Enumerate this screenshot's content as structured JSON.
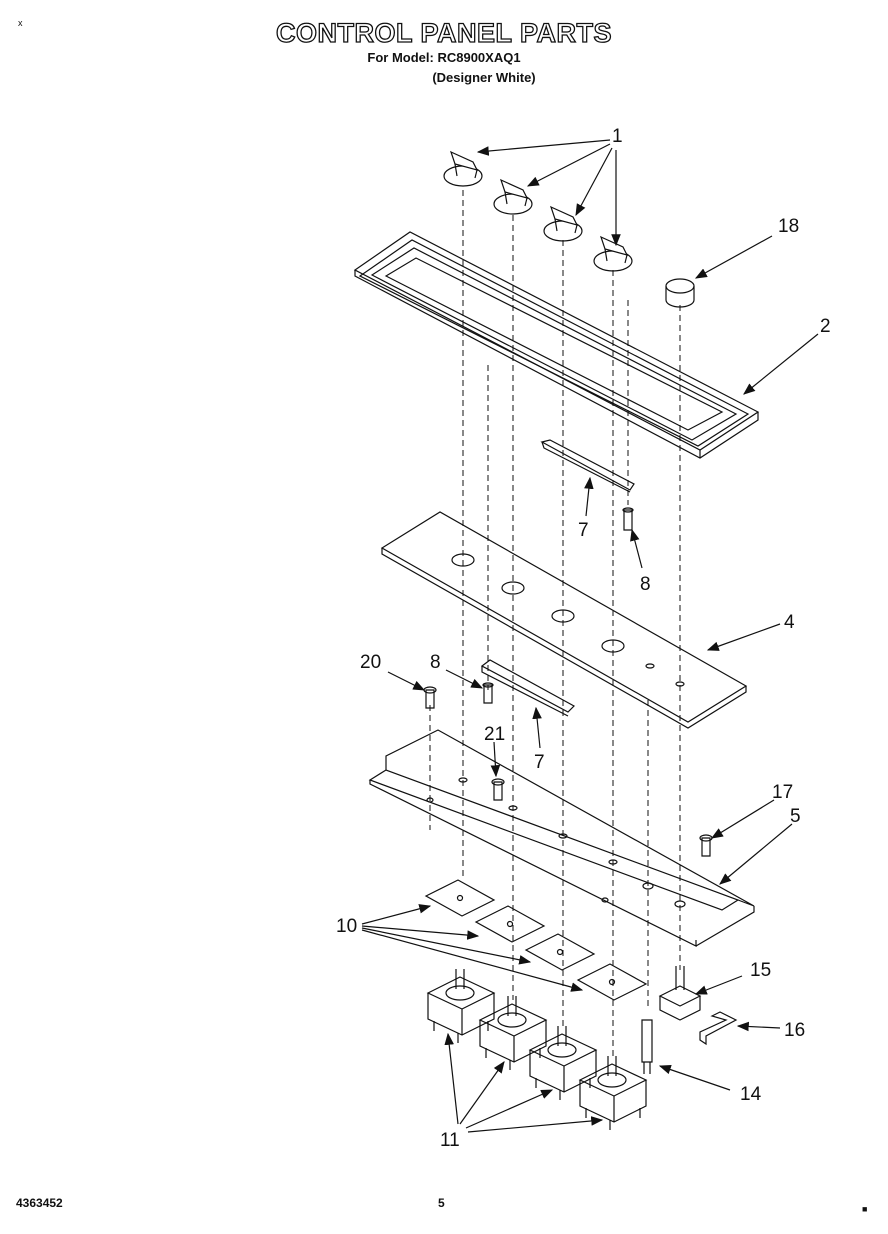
{
  "header": {
    "title": "CONTROL PANEL PARTS",
    "model_line": "For Model: RC8900XAQ1",
    "variant_line": "(Designer White)"
  },
  "callouts": {
    "c1": "1",
    "c2": "2",
    "c4": "4",
    "c5": "5",
    "c7a": "7",
    "c7b": "7",
    "c8a": "8",
    "c8b": "8",
    "c10": "10",
    "c11": "11",
    "c14": "14",
    "c15": "15",
    "c16": "16",
    "c17": "17",
    "c18": "18",
    "c20": "20",
    "c21": "21"
  },
  "footer": {
    "doc_number": "4363452",
    "page_number": "5"
  },
  "marks": {
    "corner": "x",
    "corner_br": "■"
  }
}
